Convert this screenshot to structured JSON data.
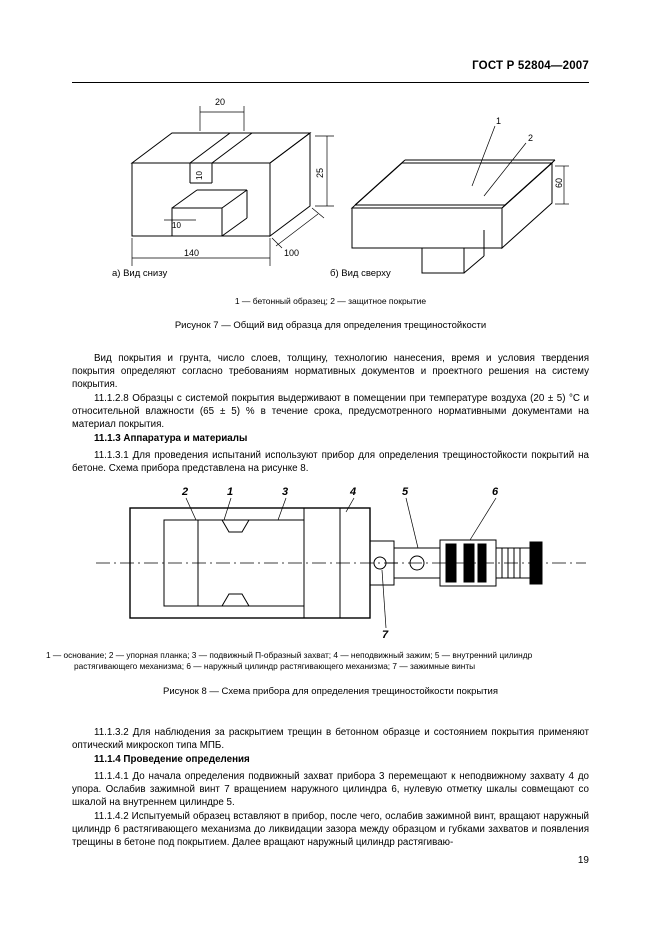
{
  "document": {
    "header": "ГОСТ Р 52804—2007",
    "page_number": "19"
  },
  "figure7": {
    "dimensions": {
      "top_width": "20",
      "height_25": "25",
      "height_10": "10",
      "width_10": "10",
      "length_140": "140",
      "width_100": "100",
      "depth_60": "60"
    },
    "callouts": {
      "one": "1",
      "two": "2"
    },
    "caption_a": "а) Вид снизу",
    "caption_b": "б) Вид сверху",
    "legend": "1 — бетонный образец; 2 —  защитное покрытие",
    "title": "Рисунок 7 — Общий вид образца для определения трещиностойкости"
  },
  "text": {
    "p1": "Вид покрытия и грунта, число слоев, толщину, технологию нанесения, время и условия твердения покрытия определяют согласно требованиям нормативных документов и проектного решения на систему покрытия.",
    "p2": "11.1.2.8  Образцы с системой покрытия выдерживают в помещении при температуре воздуха (20 ± 5) °С и относительной влажности (65 ± 5) % в течение срока, предусмотренного нормативными документами на материал покрытия.",
    "h1": "11.1.3  Аппаратура и материалы",
    "p3": "11.1.3.1  Для проведения испытаний используют прибор для определения трещиностойкости покрытий на бетоне. Схема прибора представлена на рисунке 8.",
    "p4": "11.1.3.2  Для наблюдения за раскрытием трещин в бетонном образце и состоянием покрытия применяют оптический микроскоп типа МПБ.",
    "h2": "11.1.4  Проведение определения",
    "p5": "11.1.4.1  До начала определения подвижный захват прибора 3 перемещают к неподвижному захвату 4 до упора. Ослабив зажимной винт 7 вращением наружного цилиндра 6, нулевую отметку шкалы совмещают со шкалой на внутреннем цилиндре 5.",
    "p6": "11.1.4.2  Испытуемый образец вставляют в прибор, после чего, ослабив зажимной винт, вращают наружный цилиндр 6 растягивающего механизма до ликвидации зазора между образцом и губками захватов и появления трещины в бетоне под покрытием. Далее вращают наружный цилиндр растягиваю-"
  },
  "figure8": {
    "callouts": {
      "c1": "1",
      "c2": "2",
      "c3": "3",
      "c4": "4",
      "c5": "5",
      "c6": "6",
      "c7": "7"
    },
    "legend_line1": "1 — основание; 2 —  упорная планка; 3 — подвижный П-образный захват; 4 — неподвижный зажим; 5 —  внутренний цилиндр",
    "legend_line2": "растягивающего механизма; 6 —  наружный цилиндр растягивающего механизма; 7 — зажимные винты",
    "title": "Рисунок 8 —  Схема прибора для определения трещиностойкости покрытия"
  }
}
